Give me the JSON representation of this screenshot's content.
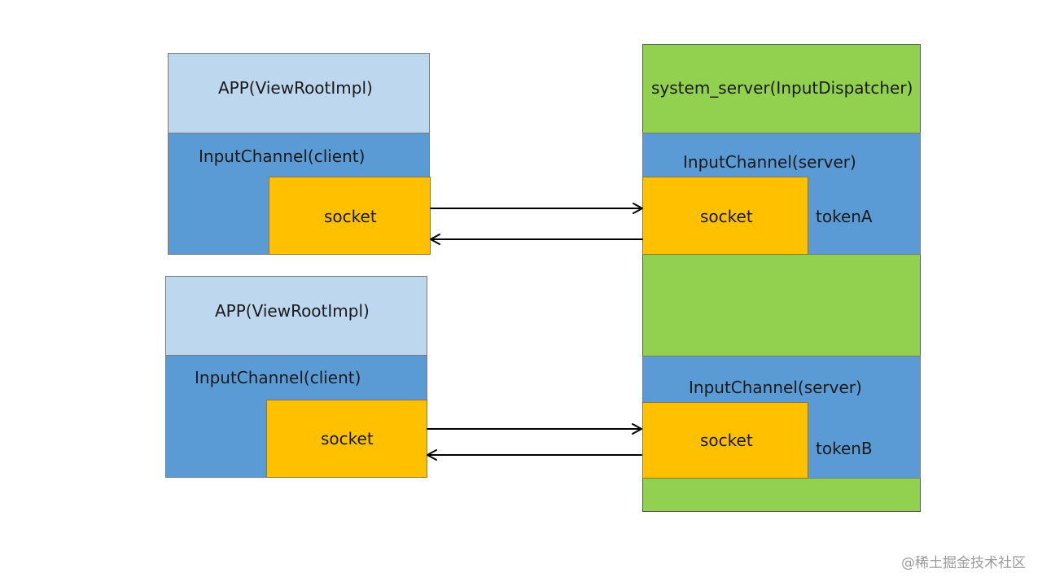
{
  "clients": [
    {
      "app_label": "APP(ViewRootImpl)",
      "channel_label": "InputChannel(client)",
      "socket_label": "socket"
    },
    {
      "app_label": "APP(ViewRootImpl)",
      "channel_label": "InputChannel(client)",
      "socket_label": "socket"
    }
  ],
  "server": {
    "title": "system_server(InputDispatcher)",
    "channels": [
      {
        "channel_label": "InputChannel(server)",
        "socket_label": "socket",
        "token_label": "tokenA"
      },
      {
        "channel_label": "InputChannel(server)",
        "socket_label": "socket",
        "token_label": "tokenB"
      }
    ]
  },
  "watermark": "@稀土掘金技术社区"
}
